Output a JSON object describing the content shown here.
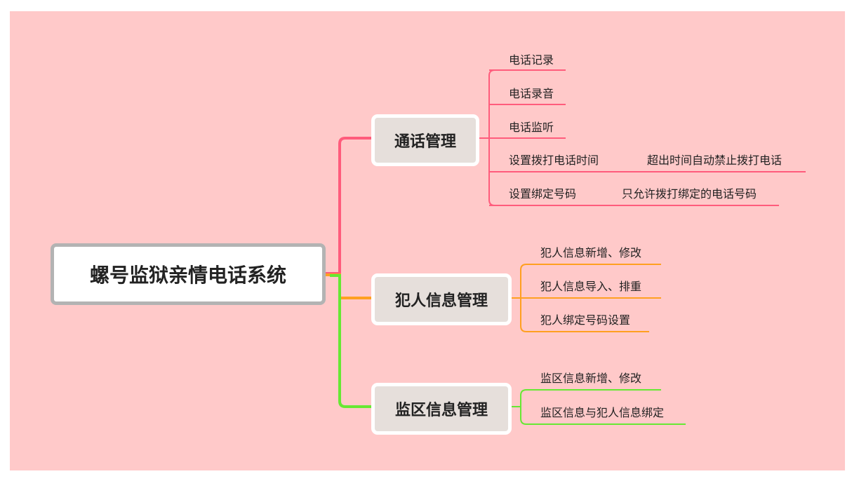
{
  "root": {
    "label": "螺号监狱亲情电话系统"
  },
  "branches": [
    {
      "label": "通话管理",
      "color": "#ff5c7c",
      "items": [
        {
          "label": "电话记录"
        },
        {
          "label": "电话录音"
        },
        {
          "label": "电话监听"
        },
        {
          "label": "设置拨打电话时间",
          "detail": "超出时间自动禁止拨打电话"
        },
        {
          "label": "设置绑定号码",
          "detail": "只允许拨打绑定的电话号码"
        }
      ]
    },
    {
      "label": "犯人信息管理",
      "color": "#ffa020",
      "items": [
        {
          "label": "犯人信息新增、修改"
        },
        {
          "label": "犯人信息导入、排重"
        },
        {
          "label": "犯人绑定号码设置"
        }
      ]
    },
    {
      "label": "监区信息管理",
      "color": "#66e833",
      "items": [
        {
          "label": "监区信息新增、修改"
        },
        {
          "label": "监区信息与犯人信息绑定"
        }
      ]
    }
  ]
}
